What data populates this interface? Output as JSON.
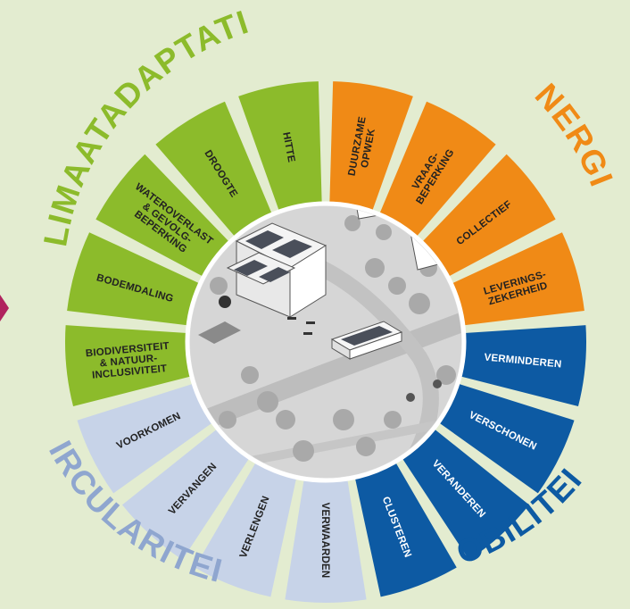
{
  "colors": {
    "background": "#e3ecd0",
    "klimaat": "#8cbb2b",
    "energie": "#f08a16",
    "mobiliteit": "#0d5aa3",
    "circulariteit": "#c7d3e8",
    "accent": "#b0235e"
  },
  "categories": [
    {
      "key": "klimaat",
      "name": "KLIMAATADAPTATIE",
      "text_color": "#8cbb2b"
    },
    {
      "key": "energie",
      "name": "ENERGIE",
      "text_color": "#f08a16"
    },
    {
      "key": "mobiliteit",
      "name": "MOBILITEIT",
      "text_color": "#0d5aa3"
    },
    {
      "key": "circulariteit",
      "name": "CIRCULARITEIT",
      "text_color": "#8fa6cf"
    }
  ],
  "segments": [
    {
      "category": "energie",
      "lines": [
        "DUURZAME",
        "OPWEK"
      ],
      "text_color": "#222222"
    },
    {
      "category": "energie",
      "lines": [
        "VRAAG-",
        "BEPERKING"
      ],
      "text_color": "#222222"
    },
    {
      "category": "energie",
      "lines": [
        "COLLECTIEF"
      ],
      "text_color": "#222222"
    },
    {
      "category": "energie",
      "lines": [
        "LEVERINGS-",
        "ZEKERHEID"
      ],
      "text_color": "#222222"
    },
    {
      "category": "mobiliteit",
      "lines": [
        "VERMINDEREN"
      ],
      "text_color": "#ffffff"
    },
    {
      "category": "mobiliteit",
      "lines": [
        "VERSCHONEN"
      ],
      "text_color": "#ffffff"
    },
    {
      "category": "mobiliteit",
      "lines": [
        "VERANDEREN"
      ],
      "text_color": "#ffffff"
    },
    {
      "category": "mobiliteit",
      "lines": [
        "CLUSTEREN"
      ],
      "text_color": "#ffffff"
    },
    {
      "category": "circulariteit",
      "lines": [
        "VERWAARDEN"
      ],
      "text_color": "#222222"
    },
    {
      "category": "circulariteit",
      "lines": [
        "VERLENGEN"
      ],
      "text_color": "#222222"
    },
    {
      "category": "circulariteit",
      "lines": [
        "VERVANGEN"
      ],
      "text_color": "#222222"
    },
    {
      "category": "circulariteit",
      "lines": [
        "VOORKOMEN"
      ],
      "text_color": "#222222"
    },
    {
      "category": "klimaat",
      "lines": [
        "BIODIVERSITEIT",
        "& NATUUR-",
        "INCLUSIVITEIT"
      ],
      "text_color": "#222222"
    },
    {
      "category": "klimaat",
      "lines": [
        "BODEMDALING"
      ],
      "text_color": "#222222"
    },
    {
      "category": "klimaat",
      "lines": [
        "WATEROVERLAST",
        "& GEVOLG-",
        "BEPERKING"
      ],
      "text_color": "#222222"
    },
    {
      "category": "klimaat",
      "lines": [
        "DROOGTE"
      ],
      "text_color": "#222222"
    },
    {
      "category": "klimaat",
      "lines": [
        "HITTE"
      ],
      "text_color": "#222222"
    }
  ]
}
